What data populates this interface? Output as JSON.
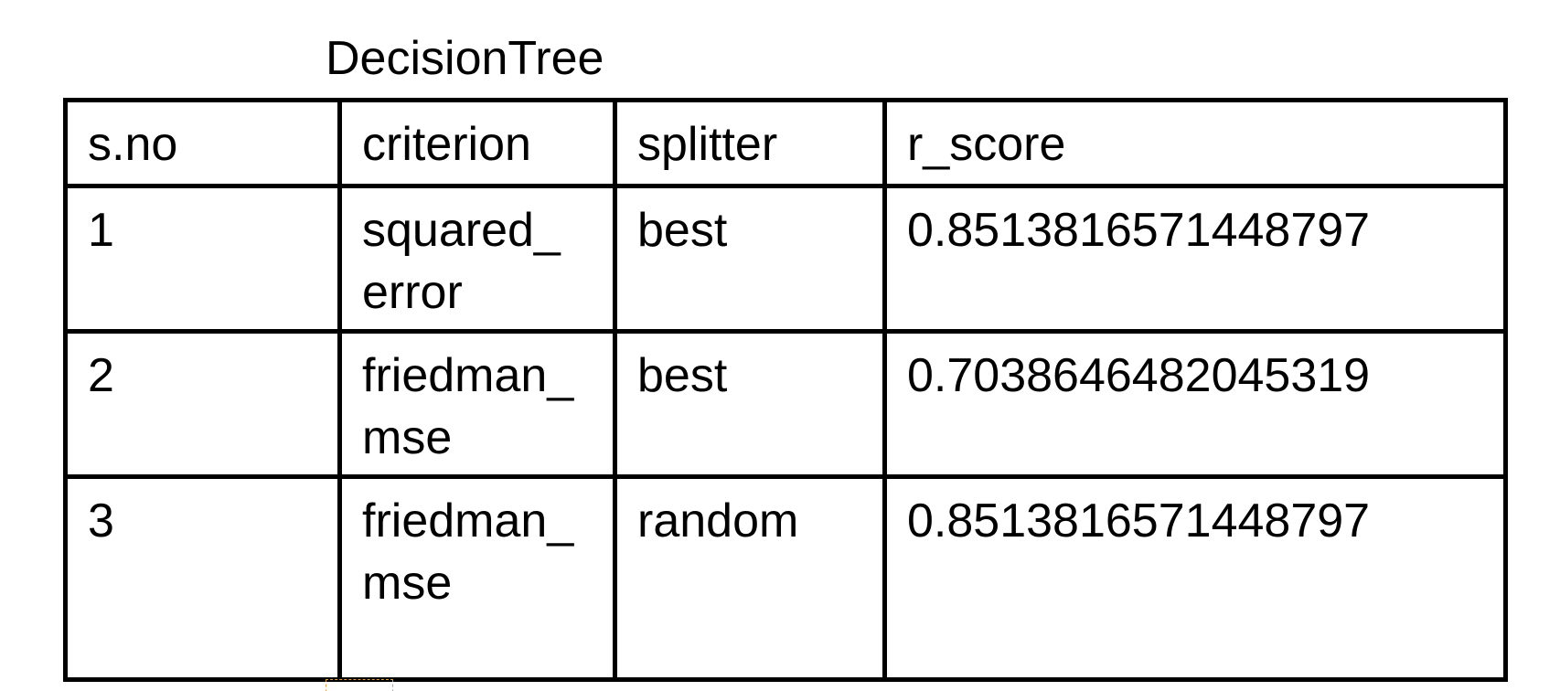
{
  "title": "DecisionTree",
  "table": {
    "headers": [
      "s.no",
      "criterion",
      "splitter",
      "r_score"
    ],
    "rows": [
      {
        "sno": "1",
        "criterion_line1": "squared_",
        "criterion_line2": "error",
        "splitter": "best",
        "r_score": "0.8513816571448797"
      },
      {
        "sno": "2",
        "criterion_line1": "friedman_",
        "criterion_line2": "mse",
        "splitter": "best",
        "r_score": "0.7038646482045319"
      },
      {
        "sno": "3",
        "criterion_line1": "friedman_",
        "criterion_line2": "mse",
        "splitter": "random",
        "r_score": "0.8513816571448797"
      }
    ]
  }
}
